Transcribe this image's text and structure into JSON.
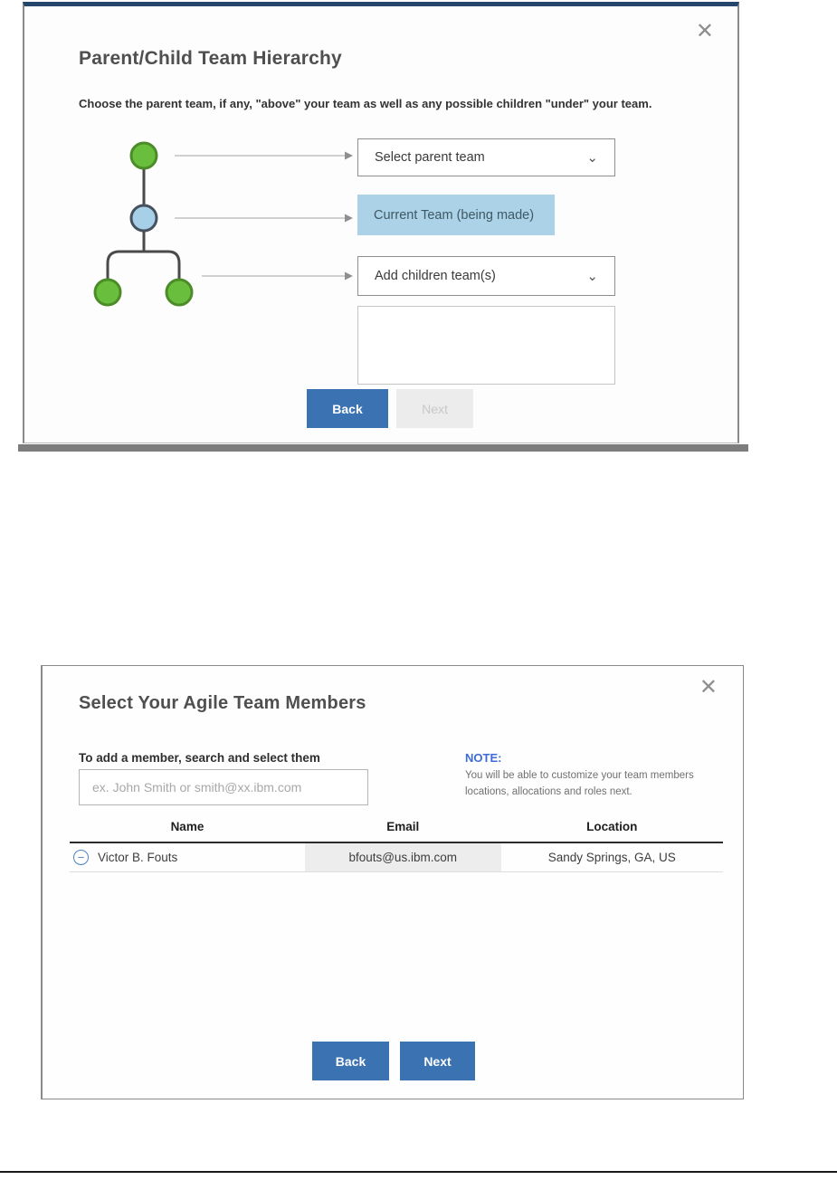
{
  "icons": {
    "close": "✕",
    "chevron_down": "⌄",
    "remove_member": "−"
  },
  "colors": {
    "accent_blue_button": "#3a72b2",
    "modal_top_border_navy": "#24466b",
    "tree_green_fill": "#6abe3e",
    "tree_green_stroke": "#4c8c28",
    "tree_blue_fill": "#a8cfe8",
    "tree_blue_stroke": "#45515d",
    "current_team_bg": "#abd2e6",
    "note_heading_blue": "#3f6bd8",
    "disabled_button_bg": "#ececec"
  },
  "hierarchy_modal": {
    "title": "Parent/Child Team Hierarchy",
    "description": "Choose the parent team, if any, \"above\" your team as well as any possible children \"under\" your team.",
    "parent_dropdown_label": "Select parent team",
    "current_team_label": "Current Team (being made)",
    "children_dropdown_label": "Add children team(s)",
    "back_label": "Back",
    "next_label": "Next"
  },
  "members_modal": {
    "title": "Select Your Agile Team Members",
    "search_label": "To add a member, search and select them",
    "search_placeholder": "ex. John Smith or smith@xx.ibm.com",
    "note_heading": "NOTE:",
    "note_body": "You will be able to customize your team members locations, allocations and roles next.",
    "table": {
      "columns": [
        "Name",
        "Email",
        "Location"
      ],
      "rows": [
        {
          "name": "Victor B. Fouts",
          "email": "bfouts@us.ibm.com",
          "location": "Sandy Springs, GA, US"
        }
      ]
    },
    "back_label": "Back",
    "next_label": "Next"
  }
}
